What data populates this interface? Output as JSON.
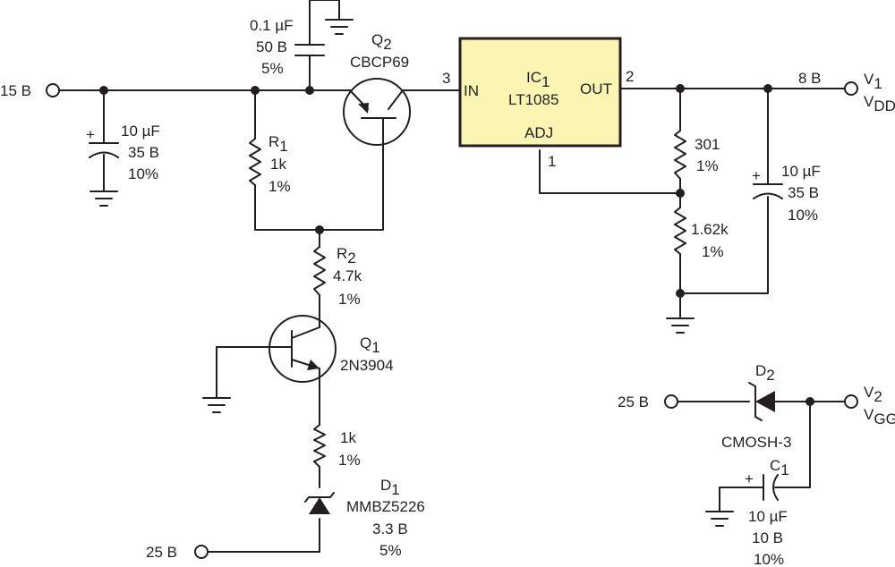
{
  "inputs": {
    "v15": "15 B",
    "v25_d2": "25 B",
    "v25_d1": "25 B"
  },
  "outputs": {
    "out_voltage": "8 B",
    "v1": "V",
    "v1_sub": "1",
    "vdd": "V",
    "vdd_sub": "DD",
    "v2": "V",
    "v2_sub": "2",
    "vgg": "V",
    "vgg_sub": "GG"
  },
  "c_in": {
    "plus": "+",
    "value": "10 µF",
    "voltage": "35 B",
    "tol": "10%"
  },
  "c_top": {
    "value": "0.1 µF",
    "voltage": "50 B",
    "tol": "5%"
  },
  "q2": {
    "name": "Q",
    "sub": "2",
    "part": "CBCP69"
  },
  "r1": {
    "name": "R",
    "sub": "1",
    "value": "1k",
    "tol": "1%"
  },
  "r2": {
    "name": "R",
    "sub": "2",
    "value": "4.7k",
    "tol": "1%"
  },
  "q1": {
    "name": "Q",
    "sub": "1",
    "part": "2N3904"
  },
  "r3": {
    "value": "1k",
    "tol": "1%"
  },
  "d1": {
    "name": "D",
    "sub": "1",
    "part": "MMBZ5226",
    "voltage": "3.3 B",
    "tol": "5%"
  },
  "ic1": {
    "name": "IC",
    "sub": "1",
    "part": "LT1085",
    "pin_in": "IN",
    "pin_out": "OUT",
    "pin_adj": "ADJ",
    "pin_in_num": "3",
    "pin_out_num": "2",
    "pin_adj_num": "1"
  },
  "r_fb1": {
    "value": "301",
    "tol": "1%"
  },
  "r_fb2": {
    "value": "1.62k",
    "tol": "1%"
  },
  "c_out": {
    "plus": "+",
    "value": "10 µF",
    "voltage": "35 B",
    "tol": "10%"
  },
  "d2": {
    "name": "D",
    "sub": "2",
    "part": "CMOSH-3"
  },
  "c1": {
    "plus": "+",
    "name": "C",
    "sub": "1",
    "value": "10 µF",
    "voltage": "10 B",
    "tol": "10%"
  }
}
